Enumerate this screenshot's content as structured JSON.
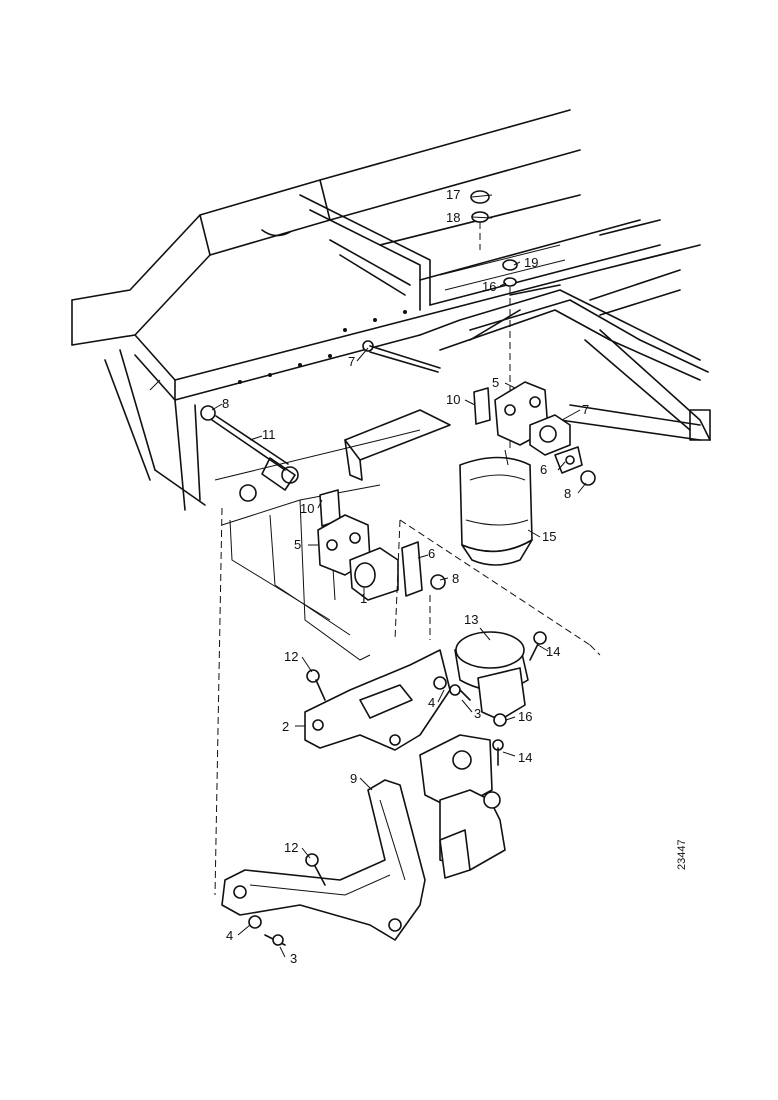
{
  "callouts": [
    {
      "id": "c17",
      "text": "17"
    },
    {
      "id": "c18",
      "text": "18"
    },
    {
      "id": "c19",
      "text": "19"
    },
    {
      "id": "c16a",
      "text": "16"
    },
    {
      "id": "c7a",
      "text": "7"
    },
    {
      "id": "c8a",
      "text": "8"
    },
    {
      "id": "c11",
      "text": "11"
    },
    {
      "id": "c5a",
      "text": "5"
    },
    {
      "id": "c10a",
      "text": "10"
    },
    {
      "id": "c7b",
      "text": "7"
    },
    {
      "id": "c6a",
      "text": "6"
    },
    {
      "id": "c8b",
      "text": "8"
    },
    {
      "id": "c10b",
      "text": "10"
    },
    {
      "id": "c5b",
      "text": "5"
    },
    {
      "id": "c6b",
      "text": "6"
    },
    {
      "id": "c8c",
      "text": "8"
    },
    {
      "id": "c1",
      "text": "1"
    },
    {
      "id": "c15",
      "text": "15"
    },
    {
      "id": "c13",
      "text": "13"
    },
    {
      "id": "c14a",
      "text": "14"
    },
    {
      "id": "c12a",
      "text": "12"
    },
    {
      "id": "c4a",
      "text": "4"
    },
    {
      "id": "c3a",
      "text": "3"
    },
    {
      "id": "c2",
      "text": "2"
    },
    {
      "id": "c16b",
      "text": "16"
    },
    {
      "id": "c14b",
      "text": "14"
    },
    {
      "id": "c9",
      "text": "9"
    },
    {
      "id": "c12b",
      "text": "12"
    },
    {
      "id": "c4b",
      "text": "4"
    },
    {
      "id": "c3b",
      "text": "3"
    }
  ],
  "document_number": "23447"
}
